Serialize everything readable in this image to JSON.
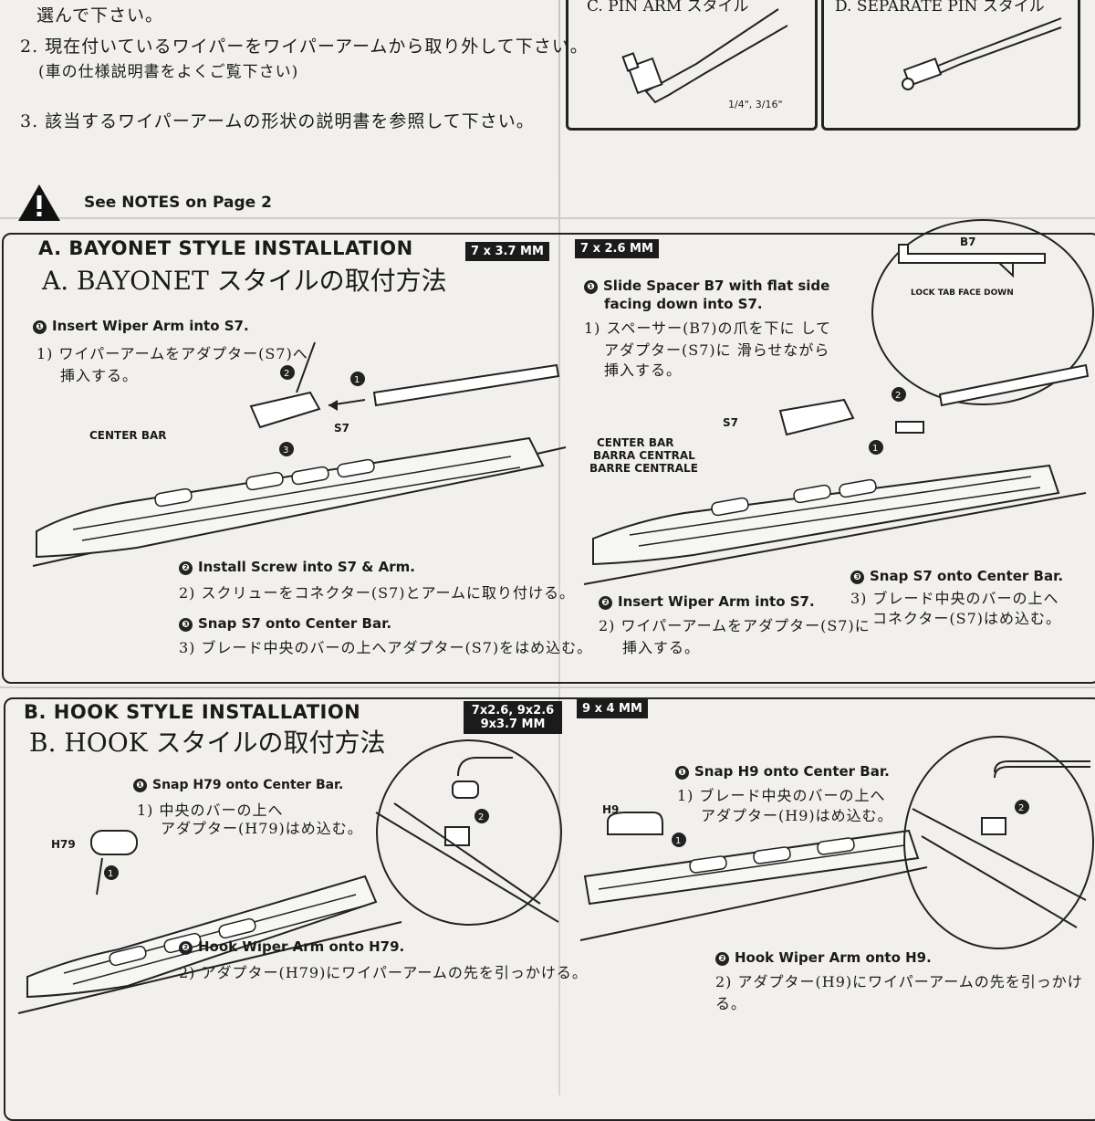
{
  "top_steps": [
    "選んで下さい。",
    "2. 現在付いているワイパーをワイパーアームから取り外して下さい。",
    "(車の仕様説明書をよくご覧下さい)",
    "3. 該当するワイパーアームの形状の説明書を参照して下さい。"
  ],
  "arm_types": {
    "c_label": "C. PIN ARM スタイル",
    "c_sizes": "1/4\", 3/16\"",
    "d_label": "D. SEPARATE PIN スタイル"
  },
  "notes": "See NOTES on Page 2",
  "section_a": {
    "title": "A. BAYONET STYLE INSTALLATION",
    "title_jp": "A. BAYONET スタイルの取付方法",
    "tag_left": "7 x 3.7 MM",
    "tag_right": "7 x 2.6 MM",
    "left": {
      "step1_en": "Insert Wiper Arm into S7.",
      "step1_jp_1": "1) ワイパーアームをアダプター(S7)へ",
      "step1_jp_2": "挿入する。",
      "center_bar": "CENTER BAR",
      "s7": "S7",
      "step2_en": "Install Screw into S7 & Arm.",
      "step2_jp": "2) スクリューをコネクター(S7)とアームに取り付ける。",
      "step3_en": "Snap S7 onto Center Bar.",
      "step3_jp": "3) ブレード中央のバーの上へアダプター(S7)をはめ込む。"
    },
    "right": {
      "step1_en_1": "Slide Spacer B7 with flat side",
      "step1_en_2": "facing down into S7.",
      "step1_jp_1": "1) スペーサー(B7)の爪を下に して",
      "step1_jp_2": "アダプター(S7)に 滑らせながら",
      "step1_jp_3": "挿入する。",
      "b7": "B7",
      "lock_tab": "LOCK TAB  FACE DOWN",
      "s7": "S7",
      "center_bar_1": "CENTER BAR",
      "center_bar_2": "BARRA CENTRAL",
      "center_bar_3": "BARRE CENTRALE",
      "step2_en": "Insert Wiper Arm into S7.",
      "step2_jp_1": "2) ワイパーアームをアダプター(S7)に",
      "step2_jp_2": "挿入する。",
      "step3_en": "Snap S7 onto Center Bar.",
      "step3_jp_1": "3) ブレード中央のバーの上へ",
      "step3_jp_2": "コネクター(S7)はめ込む。"
    }
  },
  "section_b": {
    "title": "B. HOOK STYLE INSTALLATION",
    "title_jp": "B. HOOK スタイルの取付方法",
    "tag_left_1": "7x2.6, 9x2.6",
    "tag_left_2": "9x3.7 MM",
    "tag_right": "9 x 4 MM",
    "left": {
      "step1_en": "Snap H79 onto Center Bar.",
      "step1_jp_1": "1) 中央のバーの上へ",
      "step1_jp_2": "アダプター(H79)はめ込む。",
      "h79": "H79",
      "step2_en": "Hook Wiper Arm onto H79.",
      "step2_jp": "2) アダプター(H79)にワイパーアームの先を引っかける。"
    },
    "right": {
      "step1_en": "Snap H9 onto Center Bar.",
      "step1_jp_1": "1) ブレード中央のバーの上へ",
      "step1_jp_2": "アダプター(H9)はめ込む。",
      "h9": "H9",
      "step2_en": "Hook Wiper Arm onto H9.",
      "step2_jp": "2) アダプター(H9)にワイパーアームの先を引っかける。"
    }
  },
  "markers": [
    "❶",
    "❷",
    "❸"
  ]
}
